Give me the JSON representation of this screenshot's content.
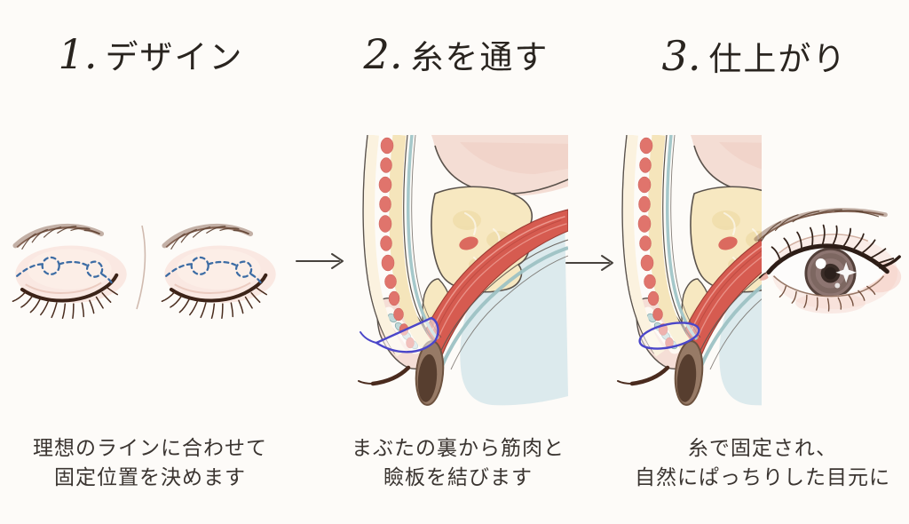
{
  "steps": [
    {
      "number": "1.",
      "title": "デザイン",
      "caption_lines": [
        "理想のラインに合わせて",
        "固定位置を決めます"
      ]
    },
    {
      "number": "2.",
      "title": "糸を通す",
      "caption_lines": [
        "まぶたの裏から筋肉と",
        "瞼板を結びます"
      ]
    },
    {
      "number": "3.",
      "title": "仕上がり",
      "caption_lines": [
        "糸で固定され、",
        "自然にぱっちりした目元に"
      ]
    }
  ],
  "icons": {
    "arrow_right": "→"
  },
  "palette": {
    "background": "#fdfbf8",
    "heading_text": "#29241f",
    "caption_text": "#3a3430",
    "design_line_blue": "#3c6ca4",
    "suture_blue": "#4b46c9",
    "muscle_red": "#d65b50",
    "orbicularis_red": "#e0746c",
    "fat_cream": "#f6e7c0",
    "eyeball_blue": "#d8e8eb",
    "skin_pink": "#f4dcd2",
    "iris_brown": "#573e2f",
    "arrow": "#47423d"
  }
}
